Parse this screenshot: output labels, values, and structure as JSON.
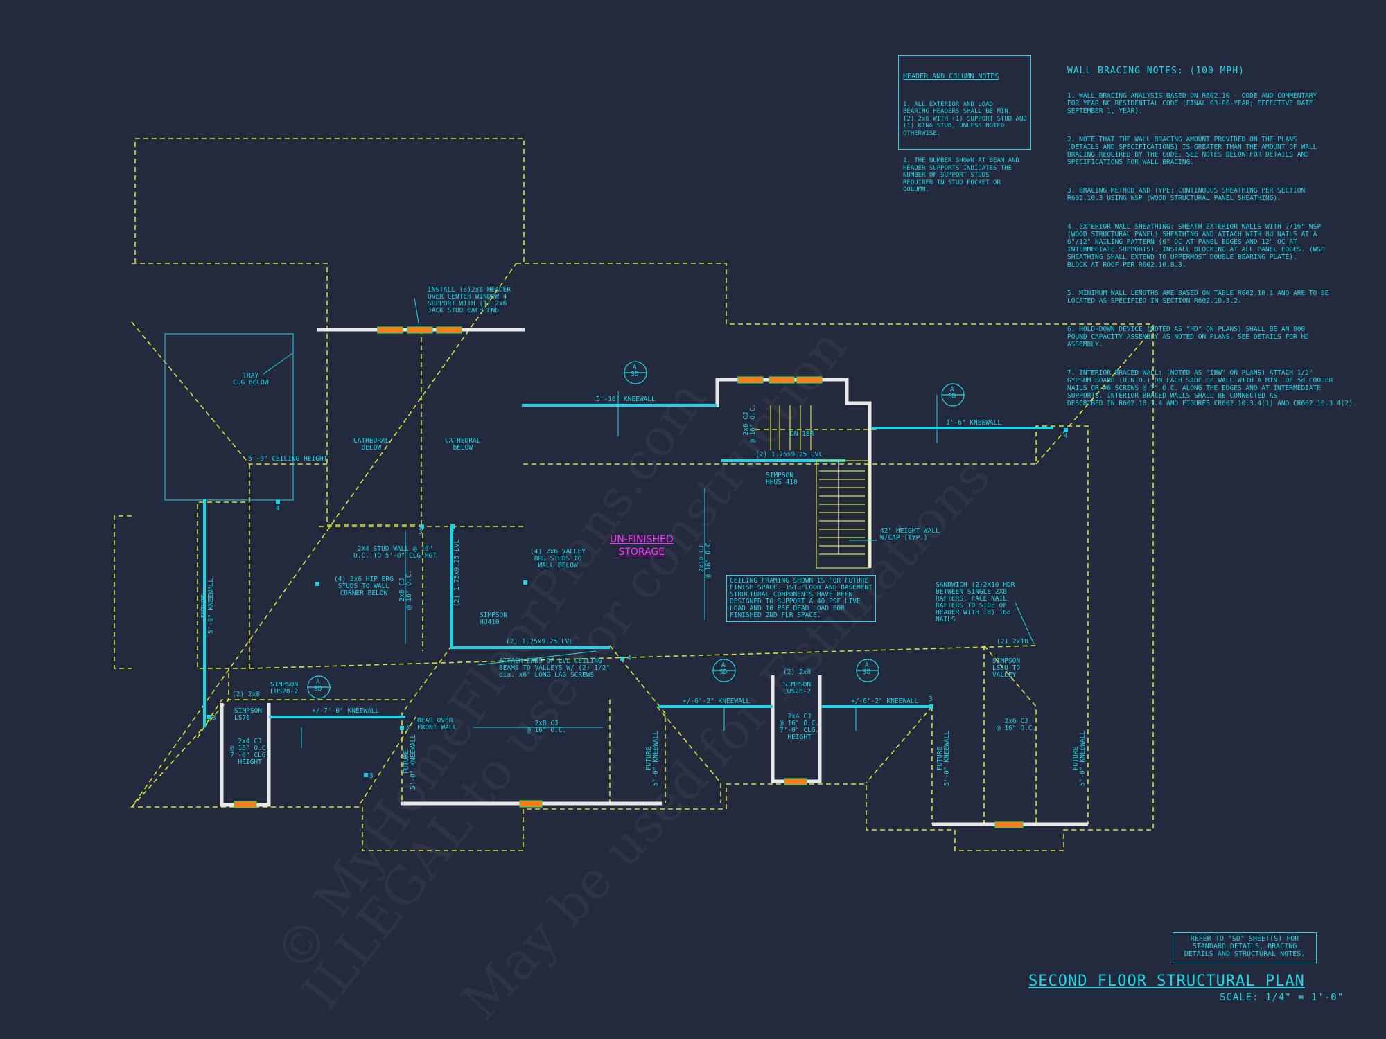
{
  "watermark": {
    "line1": "© MyHomeFloorPlans.com",
    "line2": "ILLEGAL to use for construction",
    "line3": "May be used for Estimations"
  },
  "header_notes": {
    "title": "HEADER AND COLUMN NOTES",
    "items": [
      "1. ALL EXTERIOR AND LOAD\nBEARING HEADERS SHALL BE MIN.\n(2) 2x6 WITH (1) SUPPORT STUD AND\n(1) KING STUD, UNLESS NOTED\nOTHERWISE.",
      "2. THE NUMBER SHOWN AT BEAM AND\nHEADER SUPPORTS INDICATES THE\nNUMBER OF SUPPORT STUDS\nREQUIRED IN STUD POCKET OR\nCOLUMN."
    ]
  },
  "bracing_notes": {
    "title": "WALL BRACING NOTES: (100 MPH)",
    "items": [
      "1. WALL BRACING ANALYSIS BASED ON R602.10 - CODE AND COMMENTARY\nFOR YEAR NC RESIDENTIAL CODE (FINAL 03-06-YEAR; EFFECTIVE DATE\nSEPTEMBER 1, YEAR).",
      "2. NOTE THAT THE WALL BRACING AMOUNT PROVIDED ON THE PLANS\n(DETAILS AND SPECIFICATIONS) IS GREATER THAN THE AMOUNT OF WALL\nBRACING REQUIRED BY THE CODE. SEE NOTES BELOW FOR DETAILS AND\nSPECIFICATIONS FOR WALL BRACING.",
      "3. BRACING METHOD AND TYPE: CONTINUOUS SHEATHING PER SECTION\nR602.10.3 USING WSP (WOOD STRUCTURAL PANEL SHEATHING).",
      "4. EXTERIOR WALL SHEATHING: SHEATH EXTERIOR WALLS WITH 7/16\" WSP\n(WOOD STRUCTURAL PANEL) SHEATHING AND ATTACH WITH 8d NAILS AT A\n6\"/12\" NAILING PATTERN (6\" OC AT PANEL EDGES AND 12\" OC AT\nINTERMEDIATE SUPPORTS). INSTALL BLOCKING AT ALL PANEL EDGES. (WSP\nSHEATHING SHALL EXTEND TO UPPERMOST DOUBLE BEARING PLATE).\nBLOCK AT ROOF PER R602.10.8.3.",
      "5. MINIMUM WALL LENGTHS ARE BASED ON TABLE R602.10.1 AND ARE TO BE\nLOCATED AS SPECIFIED IN SECTION R602.10.3.2.",
      "6. HOLD-DOWN DEVICE (NOTED AS \"HD\" ON PLANS) SHALL BE AN 800\nPOUND CAPACITY ASSEMBLY AS NOTED ON PLANS. SEE DETAILS FOR HD\nASSEMBLY.",
      "7. INTERIOR BRACED WALL: (NOTED AS \"IBW\" ON PLANS) ATTACH 1/2\"\nGYPSUM BOARD (U.N.O.) ON EACH SIDE OF WALL WITH A MIN. OF 5d COOLER\nNAILS OR #6 SCREWS @ 7\" O.C. ALONG THE EDGES AND AT INTERMEDIATE\nSUPPORTS. INTERIOR BRACED WALLS SHALL BE CONNECTED AS\nDESCRIBED IN R602.10.3.4 AND FIGURES CR602.10.3.4(1) AND CR602.10.3.4(2)."
    ]
  },
  "ref_note": "REFER TO \"SD\" SHEET(S) FOR\nSTANDARD DETAILS, BRACING\nDETAILS AND STRUCTURAL NOTES.",
  "plan_title": "SECOND FLOOR STRUCTURAL PLAN",
  "plan_scale": "SCALE: 1/4\" = 1'-0\"",
  "storage_label": "UN-FINISHED\nSTORAGE",
  "callouts": {
    "install_header": "INSTALL (3)2x8 HEADER\nOVER CENTER WINDOW 4\nSUPPORT WITH (1) 2x6\nJACK STUD EACH END",
    "tray": "TRAY\nCLG BELOW",
    "ceiling_height": "5'-0\" CEILING HEIGHT",
    "cathedral_left": "CATHEDRAL\nBELOW",
    "cathedral_right": "CATHEDRAL\nBELOW",
    "kneewall_top": "5'-10\" KNEEWALL",
    "kneewall_right": "1'-6\" KNEEWALL",
    "stair_dn": "DN 18R",
    "lvl_top": "(2) 1.75x9.25 LVL",
    "simpson_hhus": "SIMPSON\nHHUS 410",
    "cj_stair": "2x6 CJ\n@ 16\" O.C.",
    "cj_center": "2x10 CJ\n@ 16\" O.C.",
    "wall_42": "42\" HEIGHT WALL\nW/CAP (TYP.)",
    "stud_wall": "2X4 STUD WALL @ 16\"\nO.C. TO 5'-0\" CLG HGT",
    "valley_studs": "(4) 2x6 VALLEY\nBRG STUDS TO\nWALL BELOW",
    "hip_studs": "(4) 2x6 HIP BRG\nSTUDS TO WALL\nCORNER BELOW",
    "cj_left": "2x8 CJ\n@ 16\" O.C.",
    "lvl_vertical": "(2) 1.75x9.25 LVL",
    "simpson_hu410": "SIMPSON\nHU410",
    "lvl_mid": "(2) 1.75x9.25 LVL",
    "attach_ends": "ATTACH ENDS OF LVL CEILING\nBEAMS TO VALLEYS W/ (2) 1/2\"\ndia. x6\" LONG LAG SCREWS",
    "ceiling_framing": "CEILING FRAMING SHOWN IS FOR FUTURE\nFINISH SPACE. 1ST FLOOR AND BASEMENT\nSTRUCTURAL COMPONENTS HAVE BEEN\nDESIGNED TO SUPPORT A 40 PSF LIVE\nLOAD AND 10 PSF DEAD LOAD FOR\nFINISHED 2ND FLR SPACE.",
    "sandwich": "SANDWICH (2)2X10 HDR\nBETWEEN SINGLE 2X8\nRAFTERS. FACE NAIL\nRAFTERS TO SIDE OF\nHEADER WITH (8) 16d\nNAILS",
    "hdr_2x10": "(2) 2x10",
    "simpson_lsu": "SIMPSON\nLSSU TO\nVALLEY",
    "cj_right": "2x6 CJ\n@ 16\" O.C.",
    "hdr_2x8_left": "(2) 2x8",
    "simpson_lus_left": "SIMPSON\nLUS28-2",
    "simpson_ls": "SIMPSON\nLS70",
    "kneewall_bottom_left": "+/-7'-0\" KNEEWALL",
    "cj_bottom_left": "2x4 CJ\n@ 16\" O.C.\n7'-0\" CLG.\nHEIGHT",
    "bear_over": "BEAR OVER\nFRONT WALL",
    "cj_bottom_mid": "2x8 CJ\n@ 16\" O.C.",
    "kneewall_bm1": "+/-6'-2\" KNEEWALL",
    "kneewall_bm2": "+/-6'-2\" KNEEWALL",
    "hdr_2x8_mid": "(2) 2x8",
    "simpson_lus_mid": "SIMPSON\nLUS28-2",
    "cj_bottom_center": "2x4 CJ\n@ 16\" O.C.\n7'-0\" CLG.\nHEIGHT",
    "future_left": "FUTURE\n5'-0\" KNEEWALL",
    "future_bl": "FUTURE\n5'-0\" KNEEWALL",
    "future_bm": "FUTURE\n5'-0\" KNEEWALL",
    "future_br1": "FUTURE\n5'-0\" KNEEWALL",
    "future_br2": "FUTURE\n5'-0\" KNEEWALL"
  },
  "section_marks": [
    {
      "num": "A",
      "sheet": "SD"
    },
    {
      "num": "A",
      "sheet": "SD"
    },
    {
      "num": "A",
      "sheet": "SD"
    },
    {
      "num": "A",
      "sheet": "SD"
    },
    {
      "num": "A",
      "sheet": "SD"
    }
  ],
  "stud_counts": [
    "4",
    "3",
    "2",
    "4",
    "4",
    "3",
    "3",
    "3",
    "3"
  ],
  "colors": {
    "background": "#232a3d",
    "linework": "#22d3e6",
    "dashed_outline": "#d6e23a",
    "walls": "#e8e8e8",
    "headers": "#ff7a1a",
    "storage_label": "#ff33ff"
  }
}
